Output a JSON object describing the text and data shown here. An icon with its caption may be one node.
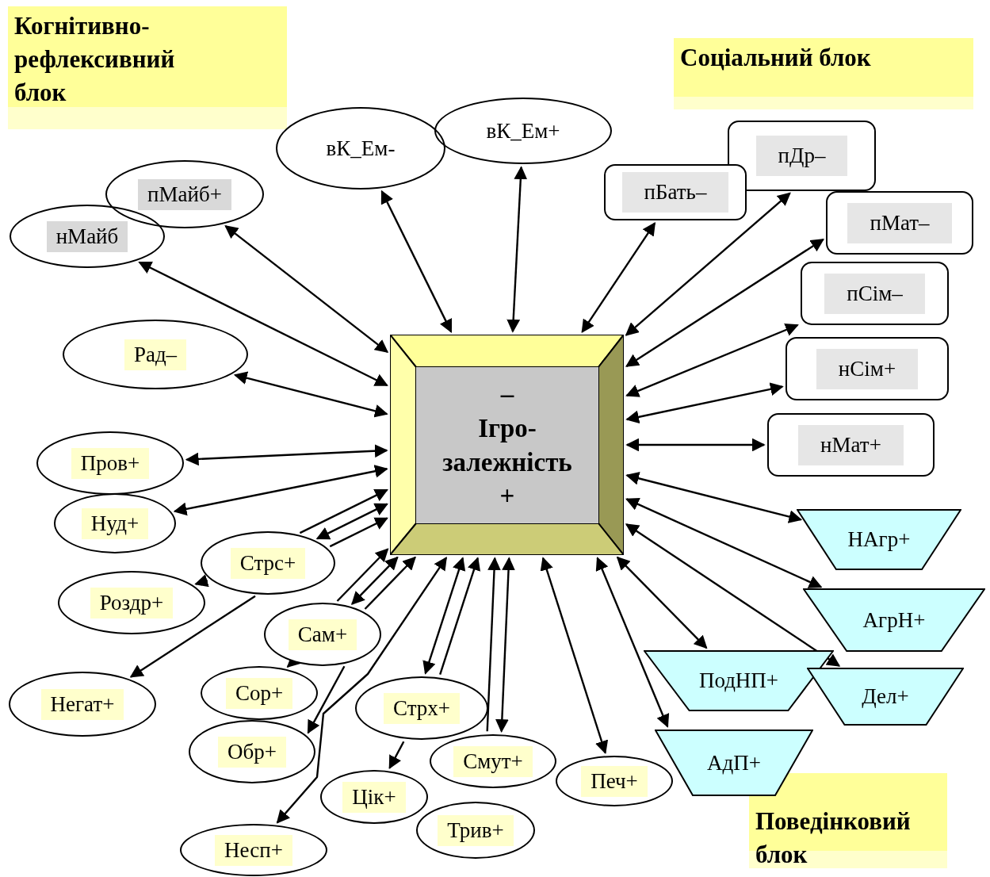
{
  "diagram": {
    "nodes": [
      {
        "text": [
          "Когнітивно-рефлексивний блок"
        ]
      },
      {
        "text": [
          "Соціальний блок"
        ]
      },
      {
        "text": [
          "–",
          "Ігро-залежність",
          "+"
        ]
      },
      {
        "text": [
          "вК_Ем-"
        ]
      },
      {
        "text": [
          "вК_Ем+"
        ]
      },
      {
        "text": [
          "пМайб+"
        ]
      },
      {
        "text": [
          "нМайб"
        ]
      },
      {
        "text": [
          "пДр–"
        ]
      },
      {
        "text": [
          "пБать–"
        ]
      },
      {
        "text": [
          "пМат–"
        ]
      },
      {
        "text": [
          "пСім–"
        ]
      },
      {
        "text": [
          "Рад–"
        ]
      },
      {
        "text": [
          "нСім+"
        ]
      },
      {
        "text": [
          "нМат+"
        ]
      },
      {
        "text": [
          "Пров+"
        ]
      },
      {
        "text": [
          "Нуд+"
        ]
      },
      {
        "text": [
          "НАгр+"
        ]
      },
      {
        "text": [
          "Стрс+"
        ]
      },
      {
        "text": [
          "Роздр+"
        ]
      },
      {
        "text": [
          "АгрН+"
        ]
      },
      {
        "text": [
          "Сам+"
        ]
      },
      {
        "text": [
          "ПодНП+"
        ]
      },
      {
        "text": [
          "Дел+"
        ]
      },
      {
        "text": [
          "Негат+"
        ]
      },
      {
        "text": [
          "Сор+"
        ]
      },
      {
        "text": [
          "Стрх+"
        ]
      },
      {
        "text": [
          "Обр+"
        ]
      },
      {
        "text": [
          "АдП+"
        ]
      },
      {
        "text": [
          "Смут+"
        ]
      },
      {
        "text": [
          "Печ+"
        ]
      },
      {
        "text": [
          "Цік+"
        ]
      },
      {
        "text": [
          "Трив+"
        ]
      },
      {
        "text": [
          "Несп+"
        ]
      },
      {
        "text": [
          "Поведінковий блок"
        ]
      }
    ],
    "edges": [
      {
        "from": 3,
        "to": 2,
        "arrow": "both"
      },
      {
        "from": 4,
        "to": 2,
        "arrow": "both"
      },
      {
        "from": 5,
        "to": 2,
        "arrow": "both"
      },
      {
        "from": 6,
        "to": 2,
        "arrow": "both"
      },
      {
        "from": 8,
        "to": 2,
        "arrow": "both"
      },
      {
        "from": 7,
        "to": 2,
        "arrow": "both"
      },
      {
        "from": 9,
        "to": 2,
        "arrow": "both"
      },
      {
        "from": 10,
        "to": 2,
        "arrow": "both"
      },
      {
        "from": 12,
        "to": 2,
        "arrow": "both"
      },
      {
        "from": 13,
        "to": 2,
        "arrow": "both"
      },
      {
        "from": 11,
        "to": 2,
        "arrow": "both"
      },
      {
        "from": 14,
        "to": 2,
        "arrow": "both"
      },
      {
        "from": 15,
        "to": 2,
        "arrow": "both"
      },
      {
        "from": 17,
        "to": 2,
        "arrow": "to"
      },
      {
        "from": 17,
        "to": 2,
        "arrow": "both"
      },
      {
        "from": 17,
        "to": 2,
        "arrow": "to"
      },
      {
        "from": 17,
        "to": 18,
        "arrow": "to"
      },
      {
        "from": 17,
        "to": 23,
        "arrow": "to"
      },
      {
        "from": 20,
        "to": 2,
        "arrow": "to"
      },
      {
        "from": 20,
        "to": 2,
        "arrow": "both"
      },
      {
        "from": 20,
        "to": 2,
        "arrow": "to"
      },
      {
        "from": 20,
        "to": 24,
        "arrow": "to"
      },
      {
        "from": 20,
        "to": 26,
        "arrow": "to"
      },
      {
        "from": 32,
        "to": 2,
        "arrow": "both"
      },
      {
        "from": 25,
        "to": 2,
        "arrow": "both"
      },
      {
        "from": 25,
        "to": 2,
        "arrow": "to"
      },
      {
        "from": 25,
        "to": 30,
        "arrow": "to"
      },
      {
        "from": 28,
        "to": 2,
        "arrow": "to"
      },
      {
        "from": 28,
        "to": 2,
        "arrow": "both"
      },
      {
        "from": 29,
        "to": 2,
        "arrow": "both"
      },
      {
        "from": 27,
        "to": 2,
        "arrow": "both"
      },
      {
        "from": 21,
        "to": 2,
        "arrow": "both"
      },
      {
        "from": 22,
        "to": 2,
        "arrow": "both"
      },
      {
        "from": 19,
        "to": 2,
        "arrow": "both"
      },
      {
        "from": 16,
        "to": 2,
        "arrow": "both"
      }
    ]
  }
}
